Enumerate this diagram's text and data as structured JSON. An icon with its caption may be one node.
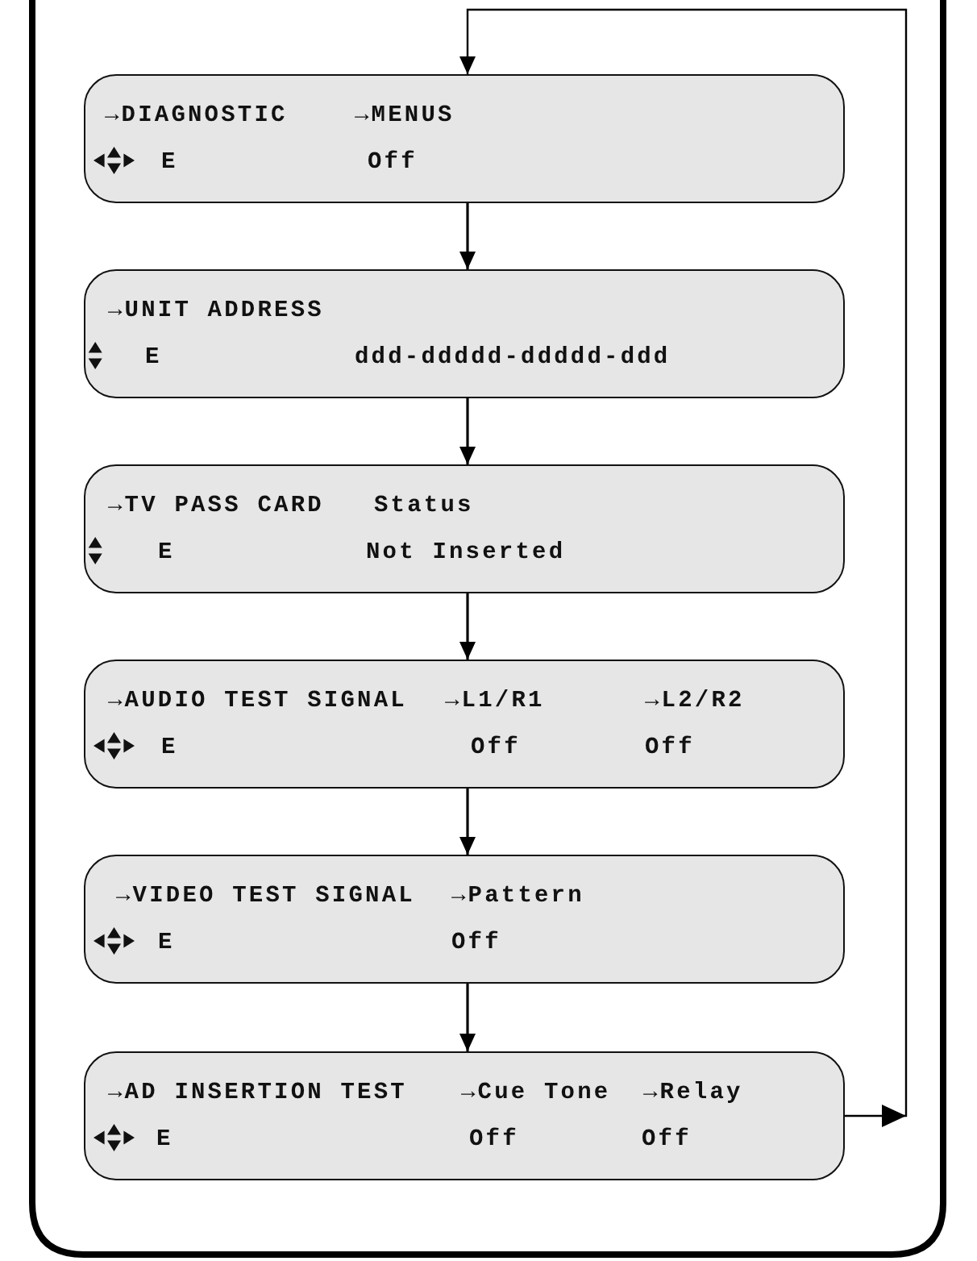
{
  "diagram": {
    "nodes": [
      {
        "text": [
          "→DIAGNOSTIC",
          "→MENUS",
          "E",
          "Off"
        ]
      },
      {
        "text": [
          "→UNIT ADDRESS",
          "E",
          "ddd-ddddd-ddddd-ddd"
        ]
      },
      {
        "text": [
          "→TV PASS CARD",
          "Status",
          "E",
          "Not Inserted"
        ]
      },
      {
        "text": [
          "→AUDIO TEST SIGNAL",
          "→L1/R1",
          "→L2/R2",
          "E",
          "Off",
          "Off"
        ]
      },
      {
        "text": [
          "→VIDEO TEST SIGNAL",
          "→Pattern",
          "E",
          "Off"
        ]
      },
      {
        "text": [
          "→AD INSERTION TEST",
          "→Cue Tone",
          "→Relay",
          "E",
          "Off",
          "Off"
        ]
      }
    ],
    "edges": [
      {
        "from": 0,
        "to": 1,
        "arrow": "to"
      },
      {
        "from": 1,
        "to": 2,
        "arrow": "to"
      },
      {
        "from": 2,
        "to": 3,
        "arrow": "to"
      },
      {
        "from": 3,
        "to": 4,
        "arrow": "to"
      },
      {
        "from": 4,
        "to": 5,
        "arrow": "to"
      },
      {
        "from": 5,
        "to": 0,
        "arrow": "to"
      }
    ]
  }
}
